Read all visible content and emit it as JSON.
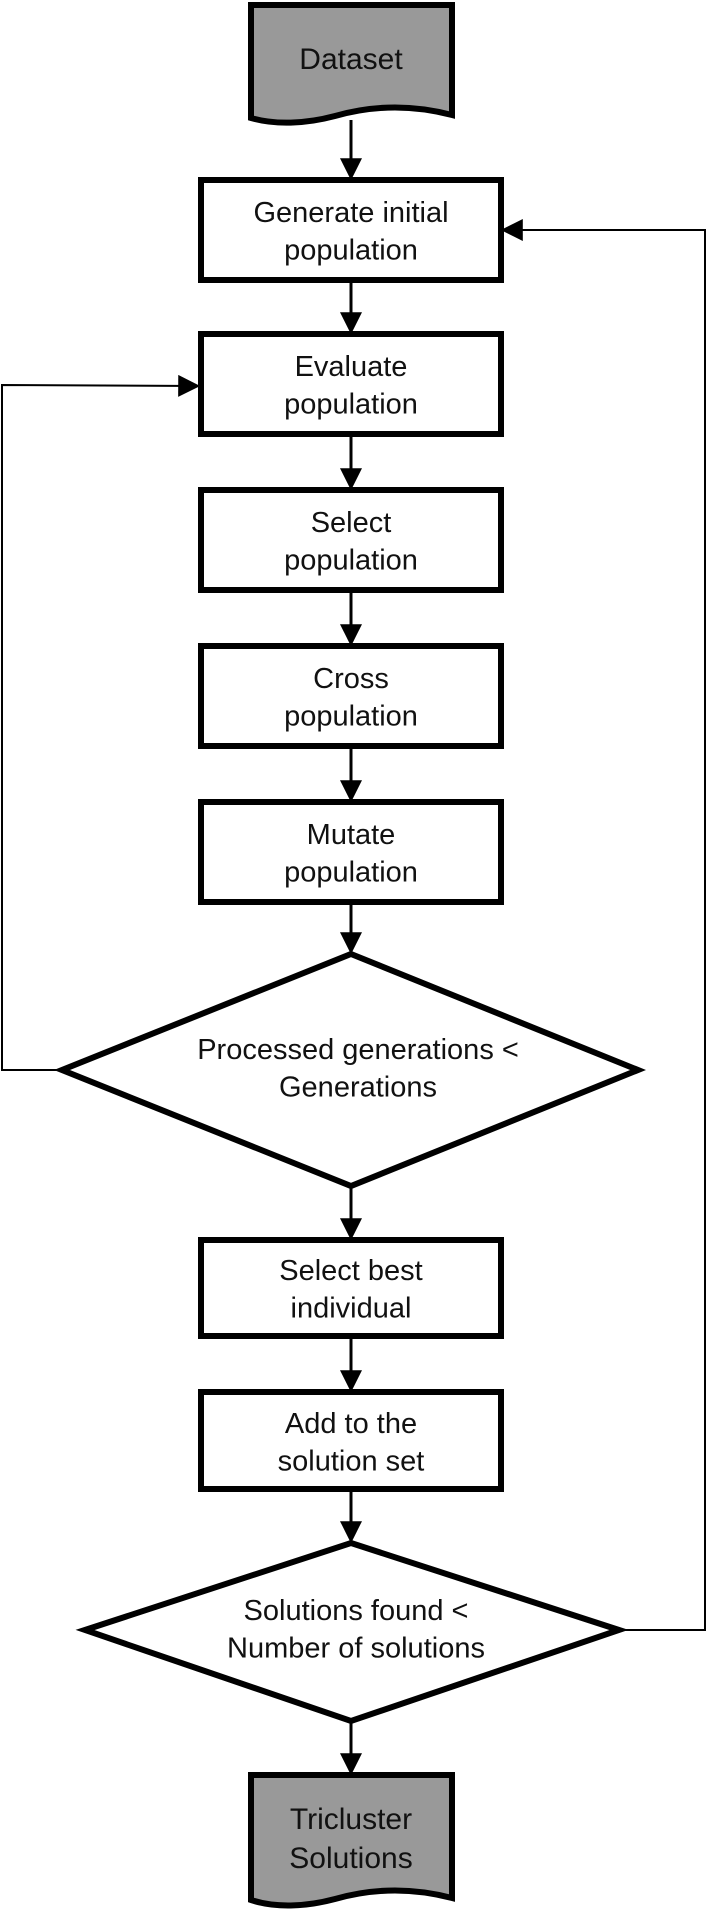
{
  "nodes": {
    "dataset": {
      "lines": [
        "Dataset"
      ]
    },
    "generate": {
      "lines": [
        "Generate initial",
        "population"
      ]
    },
    "evaluate": {
      "lines": [
        "Evaluate",
        "population"
      ]
    },
    "select_pop": {
      "lines": [
        "Select",
        "population"
      ]
    },
    "cross": {
      "lines": [
        "Cross",
        "population"
      ]
    },
    "mutate": {
      "lines": [
        "Mutate",
        "population"
      ]
    },
    "generations_check": {
      "lines": [
        "Processed generations <",
        "Generations"
      ]
    },
    "select_best": {
      "lines": [
        "Select best",
        "individual"
      ]
    },
    "add_solution": {
      "lines": [
        "Add to the",
        "solution set"
      ]
    },
    "solutions_check": {
      "lines": [
        "Solutions found <",
        "Number of solutions"
      ]
    },
    "tricluster": {
      "lines": [
        "Tricluster",
        "Solutions"
      ]
    }
  },
  "colors": {
    "stroke": "#000000",
    "document_fill": "#999999",
    "box_fill": "#ffffff",
    "text": "#111111"
  }
}
